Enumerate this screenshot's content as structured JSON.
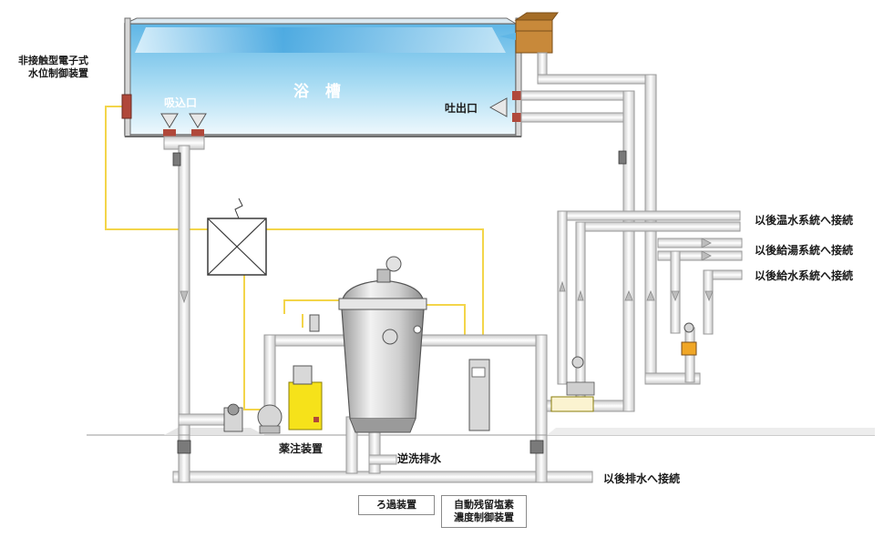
{
  "tank": {
    "title": "浴  槽",
    "inlet_label": "吸込口",
    "outlet_label": "吐出口"
  },
  "level_controller": {
    "line1": "非接触型電子式",
    "line2": "水位制御装置"
  },
  "connections": {
    "hot_water": "以後温水系統へ接続",
    "hot_supply": "以後給湯系統へ接続",
    "water_supply": "以後給水系統へ接続",
    "drain": "以後排水へ接続"
  },
  "equipment": {
    "chemical_injector": "薬注装置",
    "backwash_drain": "逆洗排水",
    "filter": "ろ過装置",
    "chlorine_controller_line1": "自動残留塩素",
    "chlorine_controller_line2": "濃度制御装置"
  },
  "colors": {
    "pipe_fill": "#f4f4f4",
    "pipe_edge": "#9a9a9a",
    "signal_wire": "#f3d54a",
    "water_blue": "#9fd4ef",
    "water_blue_light": "#e6f5fc",
    "fitting_red": "#b0483a",
    "chemical_yellow": "#f6e21a",
    "wood_box": "#c8893a",
    "filter_gray": "#cfcfcf"
  }
}
